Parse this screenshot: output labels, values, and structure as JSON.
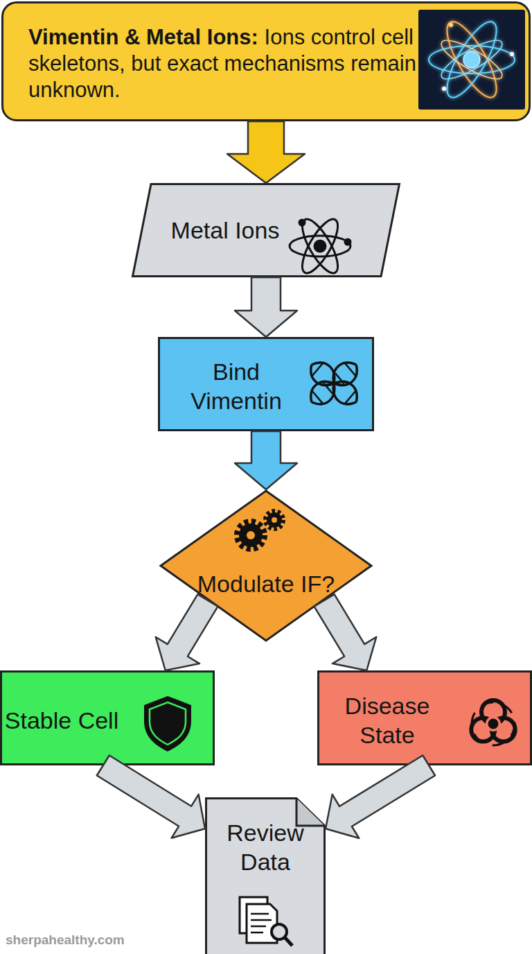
{
  "diagram": {
    "nodes": [
      {
        "text": [
          "Vimentin & Metal Ions:",
          "Ions control cell skeletons, but exact mechanisms remain unknown."
        ]
      },
      {
        "text": [
          "Metal Ions"
        ]
      },
      {
        "text": [
          "Bind Vimentin"
        ]
      },
      {
        "text": [
          "Modulate IF?"
        ]
      },
      {
        "text": [
          "Stable Cell"
        ]
      },
      {
        "text": [
          "Disease State"
        ]
      },
      {
        "text": [
          "Review Data"
        ]
      }
    ],
    "edges": [
      {
        "from": 0,
        "to": 1,
        "arrow": "to"
      },
      {
        "from": 1,
        "to": 2,
        "arrow": "to"
      },
      {
        "from": 2,
        "to": 3,
        "arrow": "to"
      },
      {
        "from": 3,
        "to": 4,
        "arrow": "to"
      },
      {
        "from": 3,
        "to": 5,
        "arrow": "to"
      },
      {
        "from": 4,
        "to": 6,
        "arrow": "to"
      },
      {
        "from": 5,
        "to": 6,
        "arrow": "to"
      }
    ],
    "labels": [
      "sherpahealthy.com"
    ]
  }
}
